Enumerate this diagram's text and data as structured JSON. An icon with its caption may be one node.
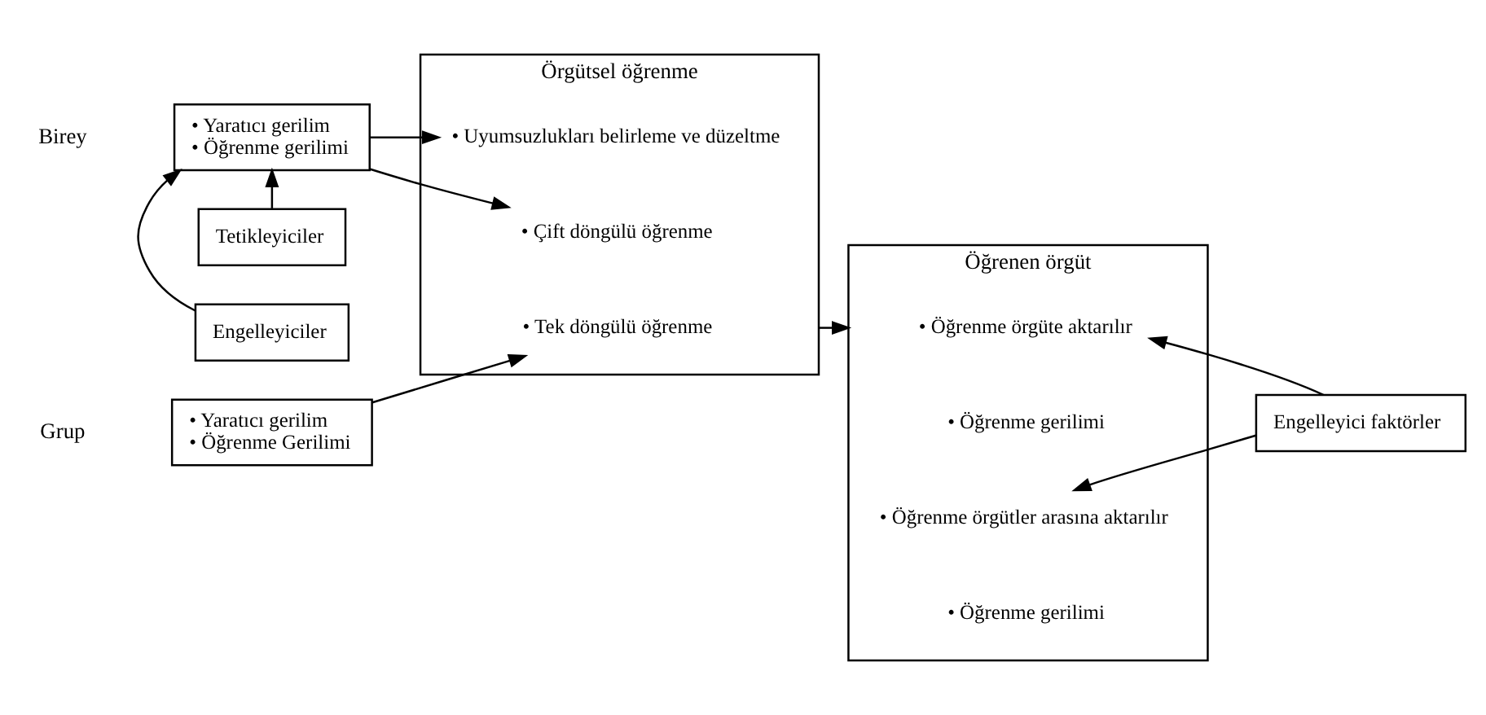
{
  "diagram": {
    "nodes": [
      {
        "text": [
          "• Yaratıcı gerilim",
          "• Öğrenme Gerilimi"
        ],
        "beside": [
          "Grup"
        ]
      },
      {
        "text": [
          "• Yaratıcı gerilim",
          "• Öğrenme gerilimi"
        ],
        "beside": [
          "Birey"
        ]
      },
      {
        "text": [
          "Tetikleyiciler"
        ]
      },
      {
        "text": [
          "Engelleyiciler"
        ]
      },
      {
        "text": [
          "Örgütsel öğrenme"
        ]
      },
      {
        "text": [
          "• Tek döngülü öğrenme"
        ],
        "in": 4
      },
      {
        "text": [
          "• Çift döngülü öğrenme"
        ],
        "in": 4
      },
      {
        "text": [
          "• Uyumsuzlukları belirleme ve düzeltme"
        ],
        "in": 4
      },
      {
        "text": [
          "Öğrenen örgüt"
        ]
      },
      {
        "text": [
          "• Öğrenme örgüte aktarılır"
        ],
        "in": 8
      },
      {
        "text": [
          "• Öğrenme gerilimi"
        ],
        "in": 8
      },
      {
        "text": [
          "• Öğrenme örgütler arasına aktarılır"
        ],
        "in": 8
      },
      {
        "text": [
          "• Öğrenme gerilimi"
        ],
        "in": 8
      },
      {
        "text": [
          "Engelleyici faktörler"
        ]
      }
    ],
    "edges": [
      {
        "from": 2,
        "to": 1,
        "arrow": "to"
      },
      {
        "from": 3,
        "to": 1,
        "arrow": "to"
      },
      {
        "from": 0,
        "to": 5,
        "arrow": "to"
      },
      {
        "from": 1,
        "to": 6,
        "arrow": "to"
      },
      {
        "from": 1,
        "to": 7,
        "arrow": "to"
      },
      {
        "from": 4,
        "to": 8,
        "arrow": "to"
      },
      {
        "from": 13,
        "to": 9,
        "arrow": "to"
      },
      {
        "from": 13,
        "to": 11,
        "arrow": "to"
      }
    ]
  }
}
